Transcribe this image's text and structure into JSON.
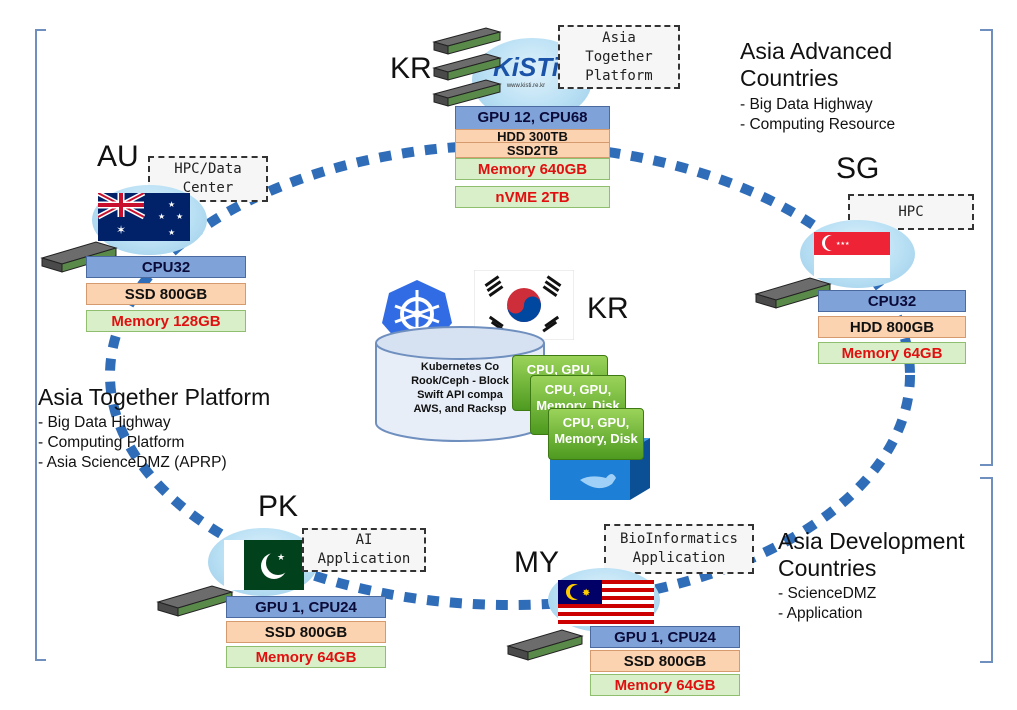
{
  "nodes": {
    "kr_top": {
      "code": "KR",
      "callout": [
        "Asia",
        "Together",
        "Platform"
      ],
      "logo": "KiSTi",
      "logo_url": "www.kisti.re.kr",
      "specs": [
        "GPU 12, CPU68",
        "HDD 300TB",
        "SSD2TB",
        "Memory 640GB",
        "nVME 2TB"
      ]
    },
    "au": {
      "code": "AU",
      "callout": [
        "HPC/Data",
        "Center"
      ],
      "specs": [
        "CPU32",
        "SSD 800GB",
        "Memory 128GB"
      ]
    },
    "sg": {
      "code": "SG",
      "callout": [
        "HPC"
      ],
      "specs": [
        "CPU32",
        "HDD 800GB",
        "Memory 64GB"
      ]
    },
    "pk": {
      "code": "PK",
      "callout": [
        "AI",
        "Application"
      ],
      "specs": [
        "GPU 1, CPU24",
        "SSD 800GB",
        "Memory 64GB"
      ]
    },
    "my": {
      "code": "MY",
      "callout": [
        "BioInformatics",
        "Application"
      ],
      "specs": [
        "GPU 1, CPU24",
        "SSD 800GB",
        "Memory 64GB"
      ]
    },
    "kr_center": {
      "code": "KR",
      "cylinder_lines": [
        "Kubernetes Co",
        "Rook/Ceph - Block",
        "Swift API compa",
        "AWS, and Racksp"
      ],
      "cards": [
        [
          "CPU, GPU,",
          ""
        ],
        [
          "CPU, GPU,",
          "Memory, Disk"
        ],
        [
          "CPU, GPU,",
          "Memory, Disk"
        ]
      ]
    }
  },
  "groups": {
    "advanced": {
      "title": [
        "Asia Advanced",
        "Countries"
      ],
      "items": [
        "- Big Data Highway",
        "- Computing Resource"
      ]
    },
    "together": {
      "title": [
        "Asia Together Platform"
      ],
      "items": [
        "- Big Data Highway",
        "- Computing Platform",
        "- Asia ScienceDMZ (APRP)"
      ]
    },
    "development": {
      "title": [
        "Asia Development",
        "Countries"
      ],
      "items": [
        "-  ScienceDMZ",
        "-  Application"
      ]
    }
  },
  "colors": {
    "ring": "#2f6db8",
    "bracket": "#6f8fbf",
    "spec_cpu": "#7fa2d8",
    "spec_storage": "#fbd3b0",
    "spec_memory": "#d9efc9",
    "memory_text": "#e01010"
  },
  "icons": [
    "server-rack-icon",
    "kubernetes-icon",
    "docker-icon",
    "flag-au-icon",
    "flag-sg-icon",
    "flag-pk-icon",
    "flag-my-icon",
    "flag-kr-icon"
  ]
}
